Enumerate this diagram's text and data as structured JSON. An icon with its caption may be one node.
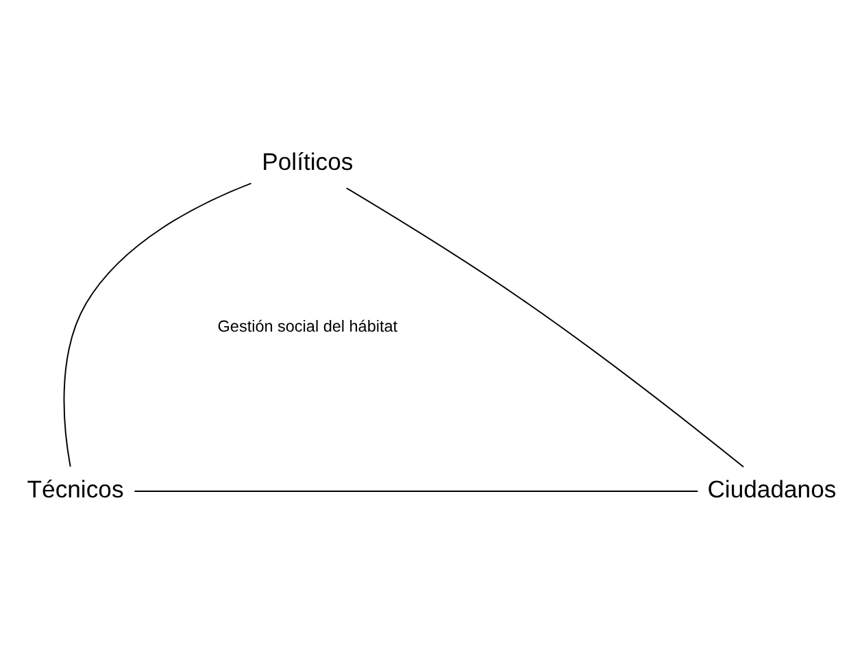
{
  "diagram": {
    "nodes": [
      {
        "text": [
          "Políticos"
        ]
      },
      {
        "text": [
          "Técnicos"
        ]
      },
      {
        "text": [
          "Ciudadanos"
        ]
      }
    ],
    "edges": [
      {
        "from": 0,
        "to": 1,
        "arrow": "none"
      },
      {
        "from": 0,
        "to": 2,
        "arrow": "none"
      },
      {
        "from": 1,
        "to": 2,
        "arrow": "none"
      }
    ],
    "labels": [
      "Gestión social del hábitat"
    ]
  }
}
